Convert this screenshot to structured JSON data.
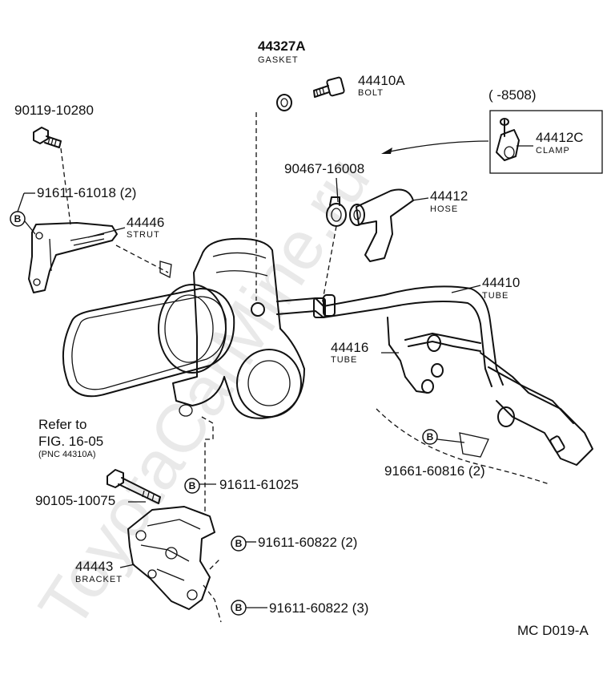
{
  "watermark": "ToyotaCarMine.ru",
  "parts": {
    "p44327A": {
      "number": "44327A",
      "name": "GASKET"
    },
    "p44410A": {
      "number": "44410A",
      "name": "BOLT"
    },
    "p90119": {
      "number": "90119-10280"
    },
    "p91611_61018": {
      "number": "91611-61018 (2)"
    },
    "p44446": {
      "number": "44446",
      "name": "STRUT"
    },
    "p44412C": {
      "number": "44412C",
      "name": "CLAMP"
    },
    "p90467": {
      "number": "90467-16008"
    },
    "p44412": {
      "number": "44412",
      "name": "HOSE"
    },
    "p44410": {
      "number": "44410",
      "name": "TUBE"
    },
    "p44416": {
      "number": "44416",
      "name": "TUBE"
    },
    "p91661": {
      "number": "91661-60816 (2)"
    },
    "p91611_61025": {
      "number": "91611-61025"
    },
    "p90105": {
      "number": "90105-10075"
    },
    "p91611_60822a": {
      "number": "91611-60822 (2)"
    },
    "p44443": {
      "number": "44443",
      "name": "BRACKET"
    },
    "p91611_60822b": {
      "number": "91611-60822 (3)"
    }
  },
  "date_range": "(      -8508)",
  "reference": {
    "line1": "Refer to",
    "line2": "FIG. 16-05",
    "line3": "(PNC 44310A)"
  },
  "marker_letter": "B",
  "diagram_code": "MC D019-A"
}
